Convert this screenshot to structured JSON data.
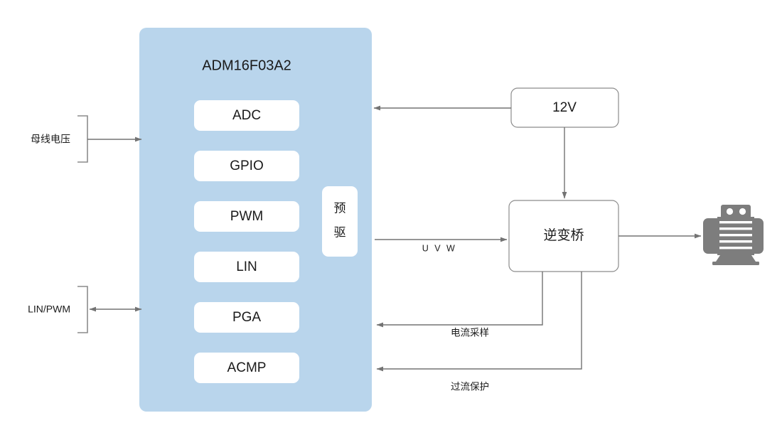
{
  "diagram": {
    "title": "ADM16F03A2",
    "mcu": {
      "label": "ADM16F03A2",
      "fill": "#b9d5ec",
      "blocks": [
        {
          "label": "ADC"
        },
        {
          "label": "GPIO"
        },
        {
          "label": "PWM"
        },
        {
          "label": "LIN"
        },
        {
          "label": "PGA"
        },
        {
          "label": "ACMP"
        }
      ],
      "side_block": {
        "label_line1": "预",
        "label_line2": "驱"
      }
    },
    "inputs": [
      {
        "label": "母线电压",
        "direction": "right"
      },
      {
        "label": "LIN/PWM",
        "direction": "both"
      }
    ],
    "right_boxes": [
      {
        "label": "12V"
      },
      {
        "label": "逆变桥"
      }
    ],
    "motor": {
      "icon": "motor-icon",
      "color": "#7d7d7d"
    },
    "edge_labels": {
      "uvw": "U V W",
      "current_sampling": "电流采样",
      "overcurrent_protection": "过流保护"
    },
    "colors": {
      "panel": "#b9d5ec",
      "wire": "#737373",
      "box_stroke": "#8c8c8c",
      "text": "#1a1a1a",
      "motor": "#7d7d7d",
      "background": "#ffffff"
    }
  }
}
